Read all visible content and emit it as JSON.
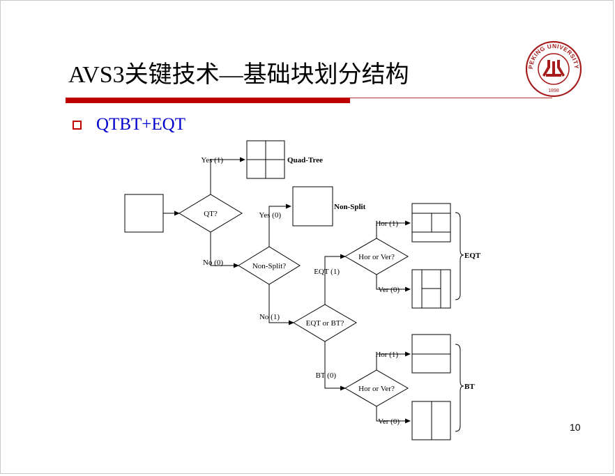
{
  "slide": {
    "title": "AVS3关键技术—基础块划分结构",
    "bullet": "QTBT+EQT",
    "page_number": "10"
  },
  "logo": {
    "text_top": "PEKING UNIVERSITY",
    "year": "1898",
    "color": "#a61c1c"
  },
  "colors": {
    "accent_red": "#c00000",
    "bullet_blue": "#0000cc"
  },
  "diagram": {
    "decisions": {
      "qt": "QT?",
      "non_split": "Non-Split?",
      "eqt_or_bt": "EQT or BT?",
      "eqt_dir": "Hor or Ver?",
      "bt_dir": "Hor or Ver?"
    },
    "edges": {
      "qt_yes": "Yes (1)",
      "qt_no": "No (0)",
      "ns_yes": "Yes (0)",
      "ns_no": "No (1)",
      "eqt": "EQT (1)",
      "bt": "BT (0)",
      "eqt_hor": "Hor (1)",
      "eqt_ver": "Ver (0)",
      "bt_hor": "Hor (1)",
      "bt_ver": "Ver (0)"
    },
    "results": {
      "quad_tree": "Quad-Tree",
      "non_split": "Non-Split",
      "eqt": "EQT",
      "bt": "BT"
    }
  }
}
